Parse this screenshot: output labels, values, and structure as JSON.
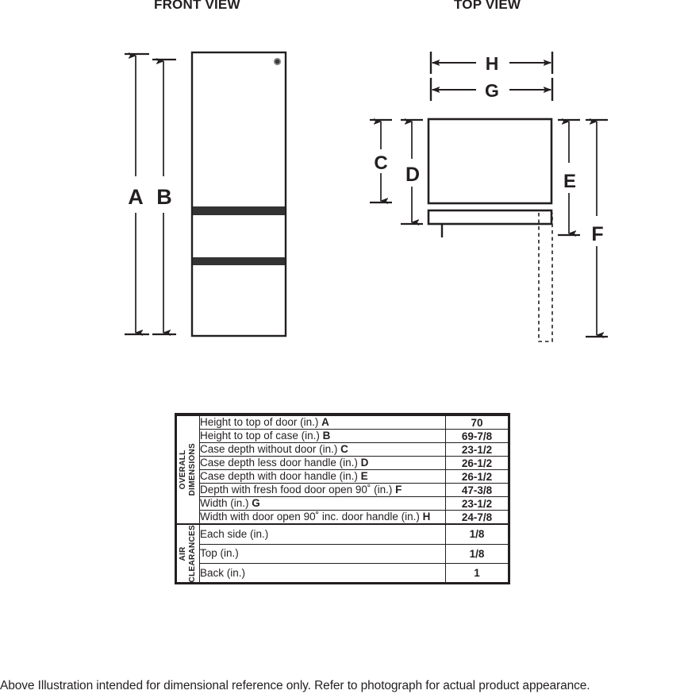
{
  "views": {
    "front": {
      "title": "FRONT VIEW"
    },
    "top": {
      "title": "TOP VIEW"
    }
  },
  "dimension_letters": {
    "a": "A",
    "b": "B",
    "c": "C",
    "d": "D",
    "e": "E",
    "f": "F",
    "g": "G",
    "h": "H"
  },
  "table": {
    "groups": [
      {
        "name": "OVERALL\nDIMENSIONS",
        "rows": [
          {
            "label": "Height to top of door (in.) ",
            "letter": "A",
            "value": "70"
          },
          {
            "label": "Height to top of case (in.) ",
            "letter": "B",
            "value": "69-7/8"
          },
          {
            "label": "Case depth without door (in.) ",
            "letter": "C",
            "value": "23-1/2"
          },
          {
            "label": "Case depth less door handle (in.) ",
            "letter": "D",
            "value": "26-1/2"
          },
          {
            "label": "Case depth with door handle (in.) ",
            "letter": "E",
            "value": "26-1/2"
          },
          {
            "label": "Depth with fresh food door open 90˚ (in.) ",
            "letter": "F",
            "value": "47-3/8"
          },
          {
            "label": "Width (in.) ",
            "letter": "G",
            "value": "23-1/2"
          },
          {
            "label": "Width with door open 90˚ inc. door handle (in.) ",
            "letter": "H",
            "value": "24-7/8"
          }
        ]
      },
      {
        "name": "AIR\nCLEARANCES",
        "rows": [
          {
            "label": "Each side (in.)",
            "letter": "",
            "value": "1/8"
          },
          {
            "label": "Top (in.)",
            "letter": "",
            "value": "1/8"
          },
          {
            "label": "Back (in.)",
            "letter": "",
            "value": "1"
          }
        ]
      }
    ]
  },
  "footer": {
    "note": "Above Illustration intended for dimensional reference only. Refer to photograph for actual product appearance."
  },
  "colors": {
    "ink": "#231f20",
    "band": "#333333",
    "paper": "#ffffff"
  }
}
